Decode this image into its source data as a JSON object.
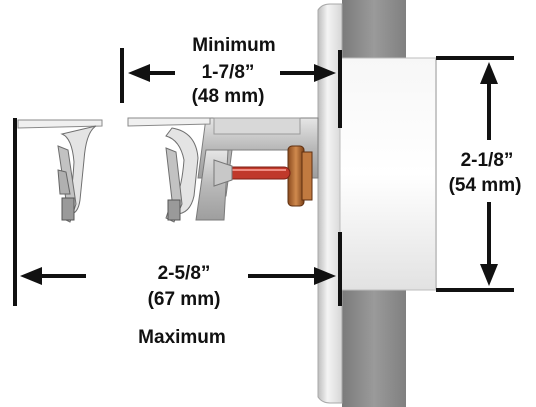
{
  "minimum": {
    "caption": "Minimum",
    "imperial": "1-7/8”",
    "metric": "(48 mm)"
  },
  "maximum": {
    "imperial": "2-5/8”",
    "metric": "(67 mm)",
    "caption": "Maximum"
  },
  "cup_diameter": {
    "imperial": "2-1/8”",
    "metric": "(54 mm)"
  },
  "colors": {
    "wall": "#8c8c8c",
    "escutcheon": "#e4e4e4",
    "cup": "#f2f2f2",
    "frame": "#c9c9c9",
    "bulb": "#c0392b",
    "deflector": "#b86b2f",
    "dimension_line": "#111111"
  }
}
